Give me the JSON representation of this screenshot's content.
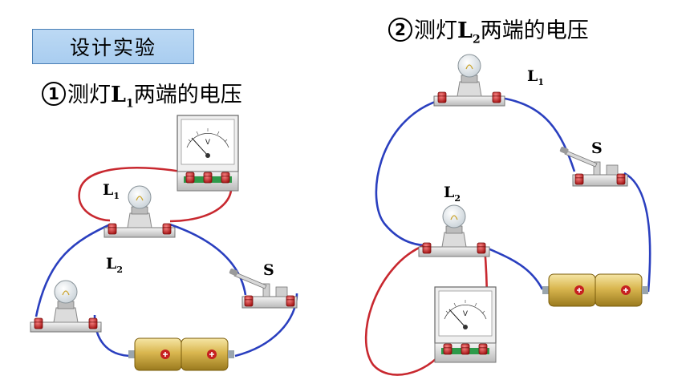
{
  "title_box": "设计实验",
  "left": {
    "heading_num": "1",
    "heading_pre": "测灯",
    "heading_L": "L",
    "heading_sub": "1",
    "heading_post": "两端的电压",
    "bulb1_label": "L",
    "bulb1_sub": "1",
    "bulb2_label": "L",
    "bulb2_sub": "2",
    "switch_label": "S",
    "voltmeter_unit": "V"
  },
  "right": {
    "heading_num": "2",
    "heading_pre": "测灯",
    "heading_L": "L",
    "heading_sub": "2",
    "heading_post": "两端的电压",
    "bulb1_label": "L",
    "bulb1_sub": "1",
    "bulb2_label": "L",
    "bulb2_sub": "2",
    "switch_label": "S",
    "voltmeter_unit": "V"
  },
  "colors": {
    "wire_blue": "#2a3fbf",
    "wire_red": "#c8282f",
    "terminal_red": "#d62c2c",
    "battery_gold": "#d9b64f",
    "title_box_bg": "#b3d4f2"
  }
}
